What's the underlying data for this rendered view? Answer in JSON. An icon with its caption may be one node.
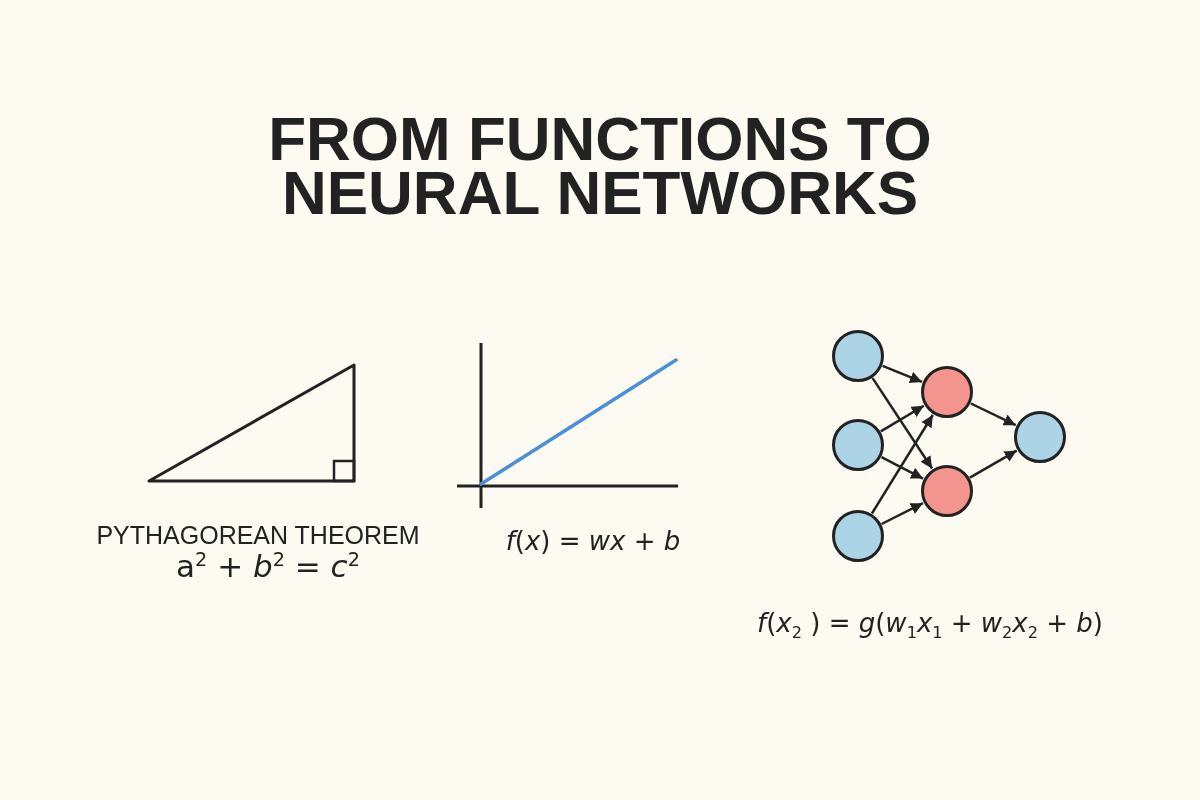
{
  "diagram": {
    "title": "FROM FUNCTIONS TO NEURAL NETWORKS",
    "nodes": [
      {
        "text": [],
        "shape": "circle"
      },
      {
        "text": [],
        "shape": "circle"
      },
      {
        "text": [],
        "shape": "circle"
      },
      {
        "text": [],
        "shape": "circle"
      },
      {
        "text": [],
        "shape": "circle"
      },
      {
        "text": [],
        "shape": "circle"
      }
    ],
    "edges": [
      {
        "from": 0,
        "to": 3,
        "arrow": "to"
      },
      {
        "from": 0,
        "to": 4,
        "arrow": "to"
      },
      {
        "from": 1,
        "to": 3,
        "arrow": "to"
      },
      {
        "from": 1,
        "to": 4,
        "arrow": "to"
      },
      {
        "from": 2,
        "to": 3,
        "arrow": "to"
      },
      {
        "from": 2,
        "to": 4,
        "arrow": "to"
      },
      {
        "from": 3,
        "to": 5,
        "arrow": "to"
      },
      {
        "from": 4,
        "to": 5,
        "arrow": "to"
      }
    ],
    "labels": [
      "PYTHAGOREAN THEOREM",
      "a$^{2}$ + *b*$^{2}$ = *c*$^{2}$",
      "*f*(*x*) = *wx* + *b*",
      "*f*(*x*$_{2}$ ) = *g*(*w*$_{1}$*x*$_{1}$ + *w*$_{2}$*x*$_{2}$ + *b*)"
    ]
  }
}
